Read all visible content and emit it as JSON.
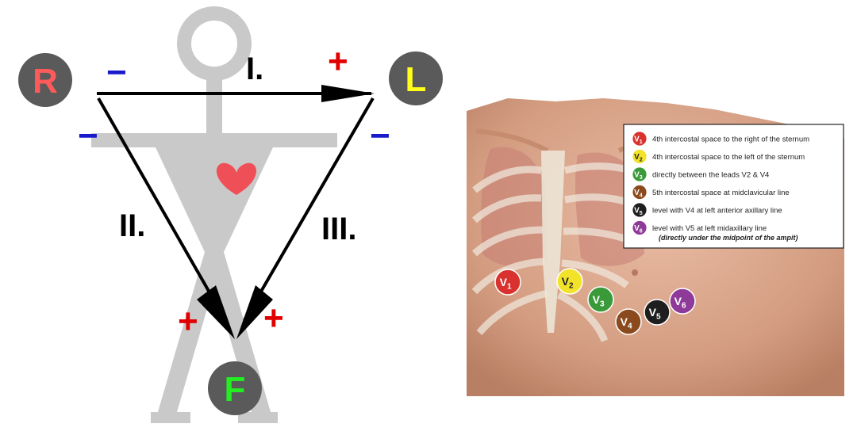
{
  "einthoven": {
    "electrodes": {
      "right_arm": {
        "label": "R",
        "color": "#ff5a5a"
      },
      "left_arm": {
        "label": "L",
        "color": "#ffff1a"
      },
      "foot": {
        "label": "F",
        "color": "#22ee22"
      }
    },
    "leads": {
      "lead_1": "I.",
      "lead_2": "II.",
      "lead_3": "III."
    },
    "signs": {
      "plus": "+",
      "minus": "−"
    },
    "colors": {
      "plus": "#e00000",
      "minus": "#1a1acc",
      "figure": "#c9c9c9",
      "heart": "#ef4f57",
      "electrode_bg": "#5a5a5a"
    }
  },
  "precordial": {
    "legend": [
      {
        "num": "1",
        "color": "#d9322e",
        "text": "4th intercostal space to the right of the sternum",
        "sup": "th",
        "lead": "4"
      },
      {
        "num": "2",
        "color": "#f2e22a",
        "text": "4th intercostal space to the left of the sternum",
        "sup": "th",
        "lead": "4"
      },
      {
        "num": "3",
        "color": "#3a9a3a",
        "text": "directly between the leads V2 & V4"
      },
      {
        "num": "4",
        "color": "#8b4a1e",
        "text": "5th intercostal space at midclavicular line"
      },
      {
        "num": "5",
        "color": "#1e1e1e",
        "text": "level with V4 at left anterior axillary line"
      },
      {
        "num": "6",
        "color": "#8e3a98",
        "text": "level with V5 at left midaxillary line"
      }
    ],
    "legend_note": "(directly under the midpoint of the ampit)",
    "electrode_prefix": "V"
  }
}
